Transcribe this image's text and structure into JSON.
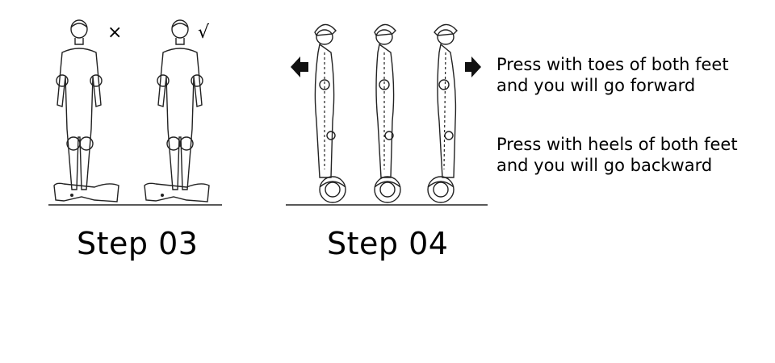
{
  "steps": [
    {
      "caption": "Step 03",
      "wrong_mark": "×",
      "right_mark": "√"
    },
    {
      "caption": "Step 04"
    }
  ],
  "instructions": {
    "forward": [
      "Press with toes of both feet",
      "and you will go forward"
    ],
    "backward": [
      "Press with heels of both feet",
      "and you will go backward"
    ]
  },
  "icons": {
    "left_arrow": "arrow-left-icon",
    "right_arrow": "arrow-right-icon"
  }
}
